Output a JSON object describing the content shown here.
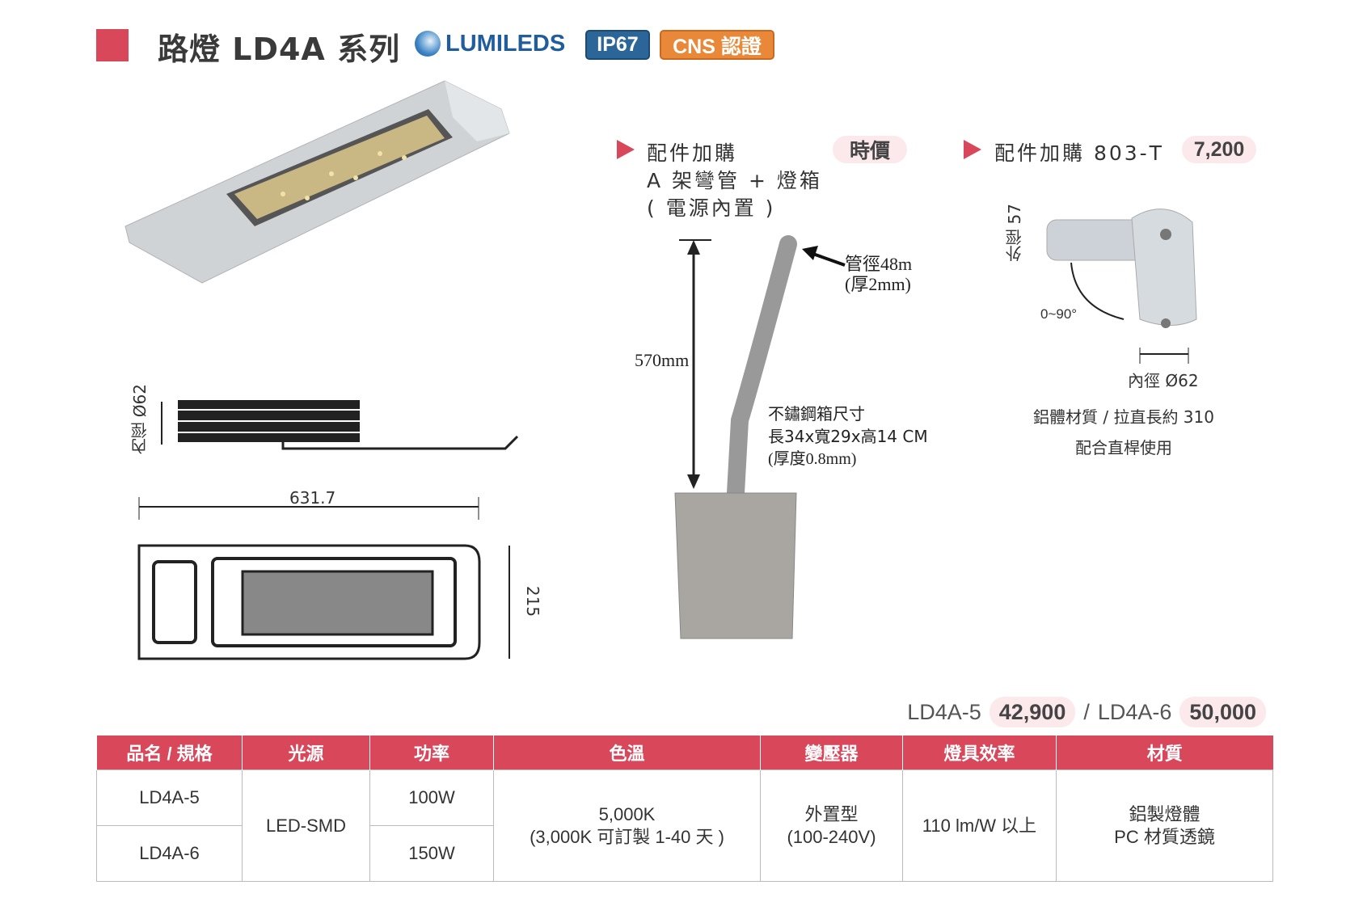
{
  "header": {
    "title": "路燈 LD4A 系列",
    "brand": "LUMILEDS",
    "badge_ip": "IP67",
    "badge_cns": "CNS 認證"
  },
  "drawing": {
    "side_label": "內徑 Ø62",
    "width": "631.7",
    "height": "215"
  },
  "accessory1": {
    "label": "配件加購",
    "price": "時價",
    "line2": "A 架彎管 + 燈箱",
    "line3": "( 電源內置 )",
    "height": "570mm",
    "pipe1": "管徑48m",
    "pipe2": "(厚2mm)",
    "box1": "不鏽鋼箱尺寸",
    "box2": "長34x寬29x高14 CM",
    "box3": "(厚度0.8mm)"
  },
  "accessory2": {
    "label": "配件加購 803-T",
    "price": "7,200",
    "outer": "外徑 57",
    "angle": "0~90°",
    "inner": "內徑 Ø62",
    "desc1": "鋁體材質 / 拉直長約 310",
    "desc2": "配合直桿使用"
  },
  "prices": {
    "m1": "LD4A-5",
    "p1": "42,900",
    "sep": "/",
    "m2": "LD4A-6",
    "p2": "50,000"
  },
  "table": {
    "headers": [
      "品名 / 規格",
      "光源",
      "功率",
      "色溫",
      "變壓器",
      "燈具效率",
      "材質"
    ],
    "models": [
      "LD4A-5",
      "LD4A-6"
    ],
    "source": "LED-SMD",
    "power": [
      "100W",
      "150W"
    ],
    "cct1": "5,000K",
    "cct2": "(3,000K 可訂製 1-40 天 )",
    "driver1": "外置型",
    "driver2": "(100-240V)",
    "efficiency": "110 lm/W 以上",
    "material1": "鋁製燈體",
    "material2": "PC 材質透鏡"
  },
  "colors": {
    "accent": "#d9475b",
    "pill": "#fbe9ec"
  }
}
